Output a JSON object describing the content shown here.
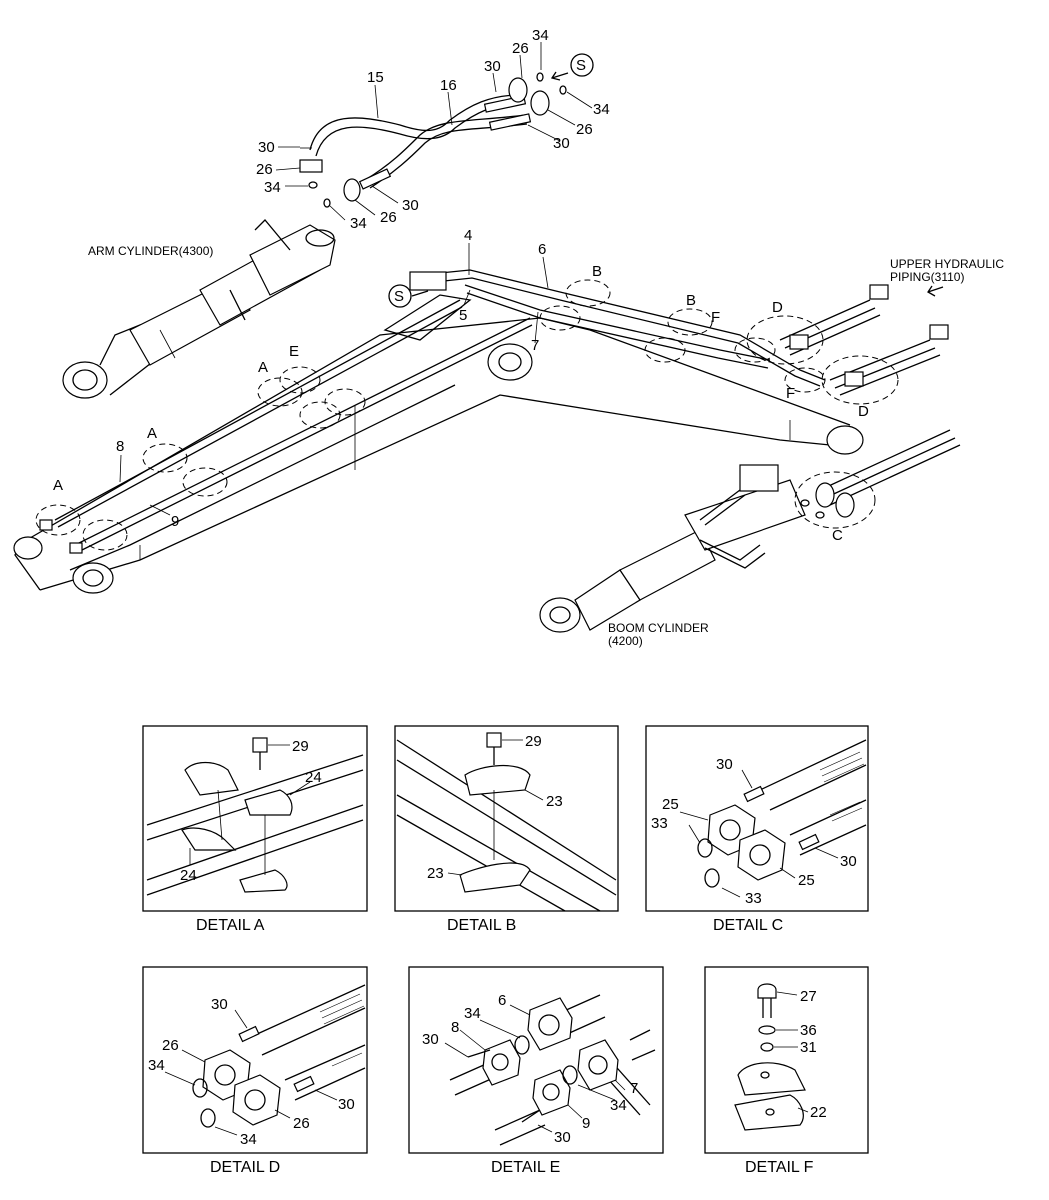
{
  "labels": {
    "arm_cylinder": "ARM CYLINDER(4300)",
    "upper_piping_line1": "UPPER HYDRAULIC",
    "upper_piping_line2": "PIPING(3110)",
    "boom_cylinder_line1": "BOOM CYLINDER",
    "boom_cylinder_line2": "(4200)",
    "view_s": "S"
  },
  "main_callouts": {
    "n15": "15",
    "n16": "16",
    "n30a": "30",
    "n26a": "26",
    "n34a": "34",
    "n34b": "34",
    "n26b": "26",
    "n30b": "30",
    "n30c": "30",
    "n26c": "26",
    "n34c": "34",
    "n30d": "30",
    "n26d": "26",
    "n34d": "34",
    "n4": "4",
    "n6": "6",
    "n5": "5",
    "n7": "7",
    "n8": "8",
    "n9": "9",
    "zA1": "A",
    "zA2": "A",
    "zA3": "A",
    "zE": "E",
    "zB1": "B",
    "zB2": "B",
    "zF1": "F",
    "zF2": "F",
    "zD1": "D",
    "zD2": "D",
    "zC": "C"
  },
  "details": {
    "a": {
      "title": "DETAIL  A",
      "n29": "29",
      "n24a": "24",
      "n24b": "24"
    },
    "b": {
      "title": "DETAIL  B",
      "n29": "29",
      "n23a": "23",
      "n23b": "23"
    },
    "c": {
      "title": "DETAIL  C",
      "n30a": "30",
      "n25a": "25",
      "n33a": "33",
      "n30b": "30",
      "n25b": "25",
      "n33b": "33"
    },
    "d": {
      "title": "DETAIL  D",
      "n30a": "30",
      "n26a": "26",
      "n34a": "34",
      "n30b": "30",
      "n26b": "26",
      "n34b": "34"
    },
    "e": {
      "title": "DETAIL  E",
      "n6": "6",
      "n34a": "34",
      "n8": "8",
      "n30a": "30",
      "n7": "7",
      "n34b": "34",
      "n9": "9",
      "n30b": "30"
    },
    "f": {
      "title": "DETAIL  F",
      "n27": "27",
      "n36": "36",
      "n31": "31",
      "n22": "22"
    }
  }
}
